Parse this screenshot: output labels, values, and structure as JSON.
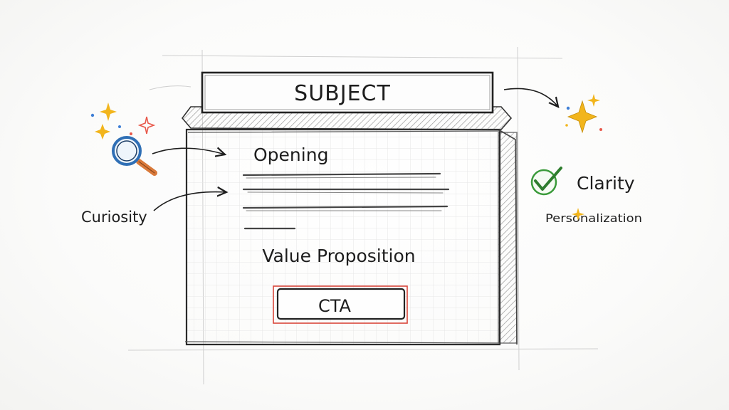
{
  "diagram": {
    "subject_label": "SUBJECT",
    "opening_label": "Opening",
    "value_label": "Value Proposition",
    "cta_label": "CTA",
    "curiosity_label": "Curiosity",
    "clarity_label": "Clarity",
    "personalization_label": "Personalization"
  },
  "colors": {
    "ink": "#1d1d1d",
    "cta_red": "#d9473b",
    "check_green": "#3a9a3a",
    "sparkle_gold": "#f2b51c",
    "sparkle_red": "#e8584a",
    "sparkle_blue": "#3f7fd6",
    "magnifier_blue": "#2f6fb5",
    "magnifier_orange": "#d9793a"
  },
  "icons": [
    "sparkle-icon",
    "magnifier-icon",
    "checkmark-icon",
    "arrow-icon"
  ]
}
